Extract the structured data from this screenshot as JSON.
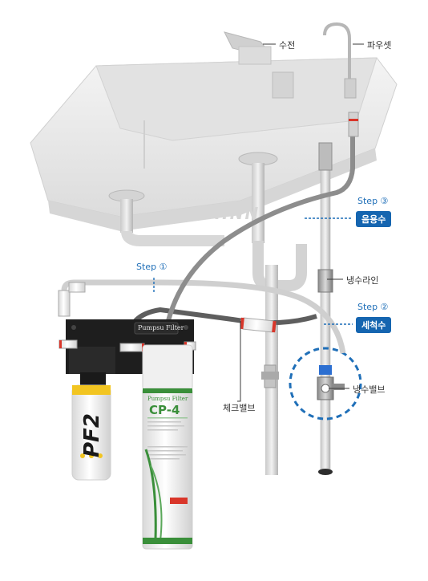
{
  "labels": {
    "faucet_main": "수전",
    "faucet_drink": "파우셋",
    "cold_line": "냉수라인",
    "check_valve": "체크밸브",
    "cold_valve": "냉수밸브"
  },
  "steps": [
    {
      "step": "Step ①",
      "tag": ""
    },
    {
      "step": "Step ②",
      "tag": "세척수"
    },
    {
      "step": "Step ③",
      "tag": "음용수"
    }
  ],
  "products": {
    "head_plate_brand": "Pumpsu Filter",
    "filter_left_model": "PF2",
    "filter_right_brand": "Pumpsu Filter",
    "filter_right_model": "CP-4"
  },
  "watermark": "HNN",
  "colors": {
    "accent_blue": "#1f6fb8",
    "pill_bg": "#1565b0",
    "sink": "#ebebeb",
    "pipe_gray": "#9a9a9a",
    "pipe_dark": "#5e5e5e",
    "hose_light": "#cfcfcf",
    "bracket": "#1e1e1e",
    "valve_red": "#d9362a",
    "filter_green": "#3a8f3a",
    "filter_yellow": "#f2c521"
  }
}
